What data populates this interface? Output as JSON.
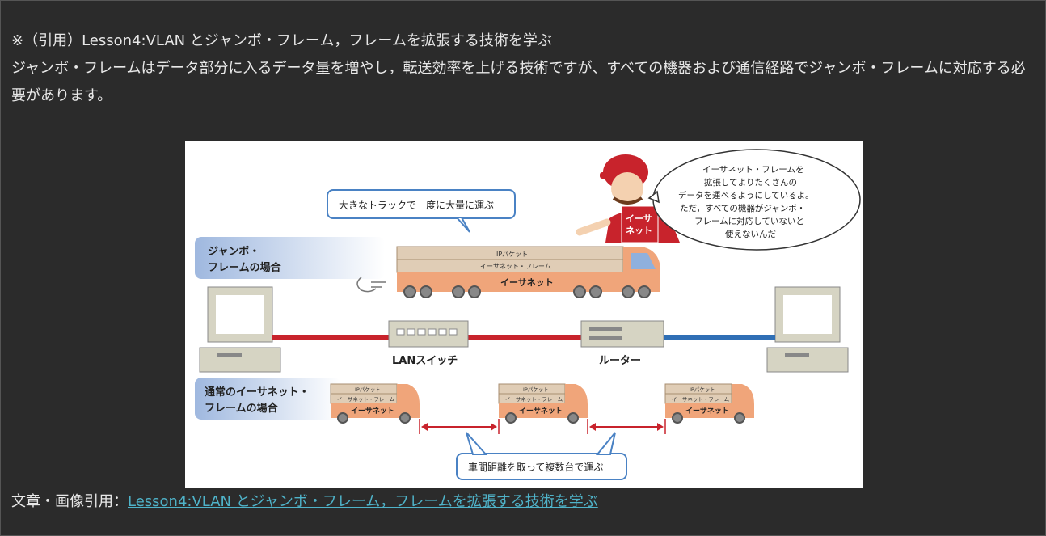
{
  "quote": {
    "heading": "※（引用）Lesson4:VLAN とジャンボ・フレーム，フレームを拡張する技術を学ぶ",
    "body": "ジャンボ・フレームはデータ部分に入るデータ量を増やし，転送効率を上げる技術ですが、すべての機器および通信経路でジャンボ・フレームに対応する必要があります。"
  },
  "figure": {
    "jumbo_label_1": "ジャンボ・",
    "jumbo_label_2": "フレームの場合",
    "normal_label_1": "通常のイーサネット・",
    "normal_label_2": "フレームの場合",
    "big_truck_callout": "大きなトラックで一度に大量に運ぶ",
    "many_trucks_callout": "車間距離を取って複数台で運ぶ",
    "speech_lines": [
      "イーサネット・フレームを",
      "拡張してよりたくさんの",
      "データを運べるようにしているよ。",
      "ただ，すべての機器がジャンボ・",
      "フレームに対応していないと",
      "使えないんだ"
    ],
    "apron_text_1": "イーサ",
    "apron_text_2": "ネット",
    "cargo_top": "IPパケット",
    "cargo_bottom": "イーサネット・フレーム",
    "truck_label": "イーサネット",
    "switch_label": "LANスイッチ",
    "router_label": "ルーター",
    "small_cargo_top": "IPパケット",
    "small_cargo_bottom": "イーサネット・フレーム",
    "colors": {
      "truck_orange": "#f0a57a",
      "cargo_tan": "#e0cdb6",
      "cable_red": "#c8232c",
      "cable_blue": "#2f6fb5",
      "callout_border": "#4a82c4",
      "arrow_red": "#c8232c"
    }
  },
  "credit": {
    "prefix": "文章・画像引用：",
    "link_text": "Lesson4:VLAN とジャンボ・フレーム，フレームを拡張する技術を学ぶ"
  }
}
